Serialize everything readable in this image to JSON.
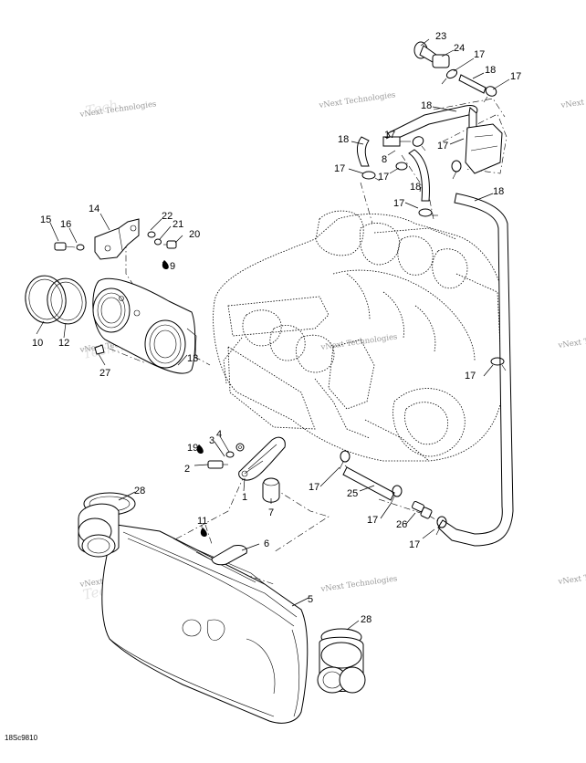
{
  "diagram_code": "18Sc9810",
  "watermark": "vNext Technologies",
  "callouts": [
    "1",
    "2",
    "3",
    "4",
    "5",
    "6",
    "7",
    "8",
    "9",
    "10",
    "11",
    "12",
    "13",
    "14",
    "15",
    "16",
    "17",
    "18",
    "19",
    "20",
    "21",
    "22",
    "23",
    "24",
    "25",
    "26",
    "27",
    "28"
  ]
}
